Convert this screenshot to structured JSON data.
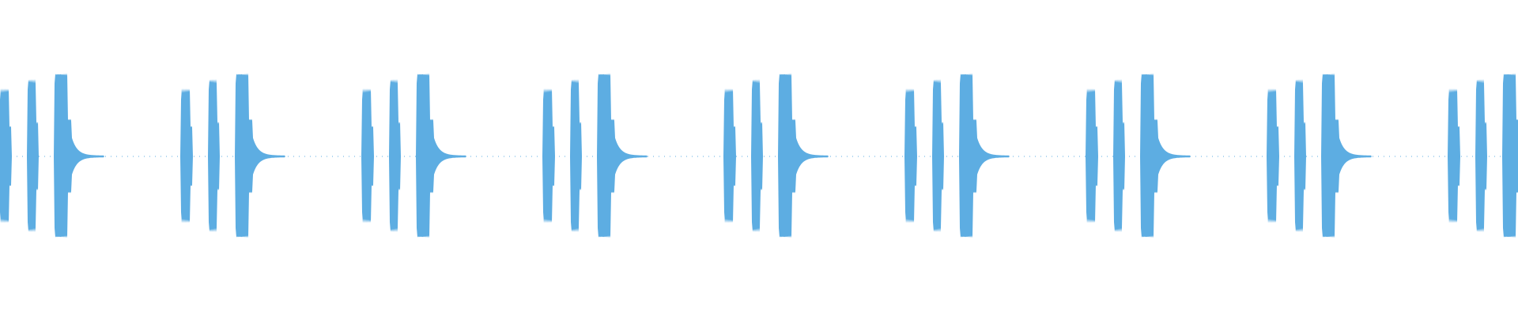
{
  "waveform": {
    "color": "#5dade2",
    "background": "#ffffff",
    "repeat_count": 9,
    "pattern": {
      "bursts": [
        {
          "start": 0.0,
          "end": 0.062,
          "amp": 0.43
        },
        {
          "start": 0.15,
          "end": 0.212,
          "amp": 0.49
        },
        {
          "start": 0.3,
          "end": 0.395,
          "amp": 0.53
        }
      ],
      "tail_decay": 0.18,
      "noise_floor": 0.02
    }
  }
}
